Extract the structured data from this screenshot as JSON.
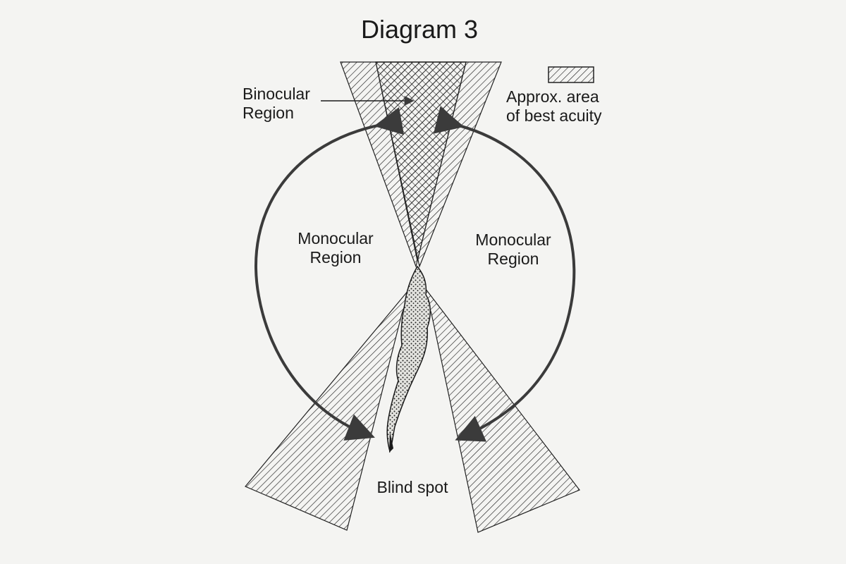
{
  "title": "Diagram 3",
  "legend": {
    "label_line1": "Approx. area",
    "label_line2": "of best acuity"
  },
  "labels": {
    "binocular_line1": "Binocular",
    "binocular_line2": "Region",
    "monocular_left_line1": "Monocular",
    "monocular_left_line2": "Region",
    "monocular_right_line1": "Monocular",
    "monocular_right_line2": "Region",
    "blind_spot": "Blind spot"
  },
  "colors": {
    "ink": "#1a1a1a",
    "arrow": "#3b3b3b",
    "background": "#f4f4f2",
    "hatch": "#222222"
  }
}
